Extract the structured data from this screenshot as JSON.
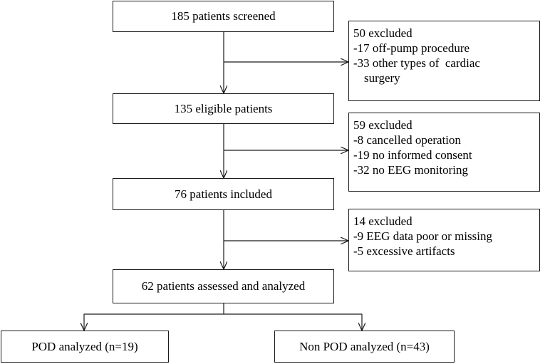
{
  "colors": {
    "stroke": "#1a1a1a",
    "text": "#000000",
    "background": "#ffffff"
  },
  "boxes": {
    "screened": "185 patients screened",
    "eligible": "135 eligible patients",
    "included": "76 patients included",
    "analyzed": "62 patients assessed and analyzed",
    "pod": "POD analyzed (n=19)",
    "non_pod": "Non POD analyzed (n=43)"
  },
  "exclusions": {
    "first": {
      "title": "50 excluded",
      "items": [
        "-17 off-pump procedure",
        "-33 other types of  cardiac",
        "surgery"
      ]
    },
    "second": {
      "title": "59 excluded",
      "items": [
        "-8 cancelled operation",
        "-19 no informed consent",
        "-32 no EEG monitoring"
      ]
    },
    "third": {
      "title": "14 excluded",
      "items": [
        "-9 EEG data poor or missing",
        "-5 excessive artifacts"
      ]
    }
  }
}
